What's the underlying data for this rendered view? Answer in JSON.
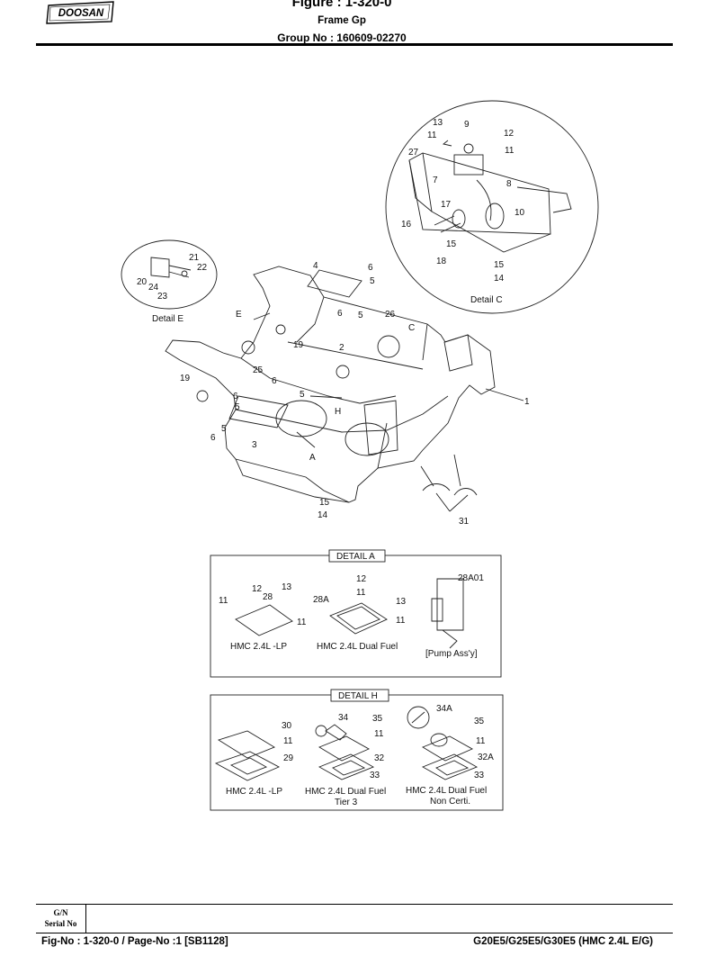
{
  "header": {
    "logo_text": "DOOSAN",
    "figure": "Figure : 1-320-0",
    "subtitle": "Frame Gp",
    "group": "Group No : 160609-02270"
  },
  "diagram": {
    "detail_c_label": "Detail  C",
    "detail_e_label": "Detail  E",
    "callouts_c": [
      "13",
      "9",
      "12",
      "11",
      "11",
      "27",
      "7",
      "8",
      "17",
      "10",
      "16",
      "15",
      "18",
      "15",
      "14"
    ],
    "callouts_e": [
      "21",
      "22",
      "20",
      "24",
      "23"
    ],
    "callouts_main": [
      "4",
      "6",
      "5",
      "6",
      "5",
      "26",
      "E",
      "C",
      "19",
      "2",
      "25",
      "19",
      "6",
      "5",
      "6",
      "5",
      "H",
      "5",
      "6",
      "3",
      "A",
      "1",
      "15",
      "14",
      "31"
    ],
    "detail_a": {
      "title": "DETAIL  A",
      "callouts": [
        "11",
        "12",
        "28",
        "13",
        "11",
        "12",
        "11",
        "28A",
        "13",
        "11",
        "28A01"
      ],
      "captions": [
        "HMC 2.4L -LP",
        "HMC  2.4L Dual Fuel",
        "[Pump Ass'y]"
      ]
    },
    "detail_h": {
      "title": "DETAIL  H",
      "callouts": [
        "30",
        "11",
        "29",
        "34",
        "35",
        "11",
        "32",
        "33",
        "34A",
        "35",
        "11",
        "32A",
        "33"
      ],
      "captions": [
        "HMC 2.4L -LP",
        "HMC  2.4L Dual Fuel",
        "Tier 3",
        "HMC  2.4L Dual Fuel",
        "Non Certi."
      ]
    }
  },
  "footer": {
    "gn_label": "G/N",
    "serial_label": "Serial No",
    "fig_page": "Fig-No : 1-320-0 / Page-No :1 [SB1128]",
    "model": "G20E5/G25E5/G30E5 (HMC 2.4L E/G)"
  }
}
